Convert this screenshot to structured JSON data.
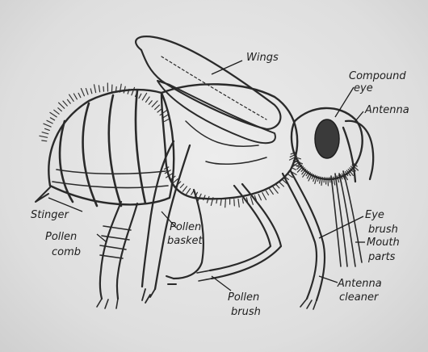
{
  "diagram": {
    "labels": {
      "wings": "Wings",
      "compound_eye_line1": "Compound",
      "compound_eye_line2": "eye",
      "antenna": "Antenna",
      "stinger": "Stinger",
      "pollen_comb_line1": "Pollen",
      "pollen_comb_line2": "comb",
      "pollen_basket_line1": "Pollen",
      "pollen_basket_line2": "basket",
      "eye_brush_line1": "Eye",
      "eye_brush_line2": "brush",
      "mouth_parts_line1": "Mouth",
      "mouth_parts_line2": "parts",
      "pollen_brush_line1": "Pollen",
      "pollen_brush_line2": "brush",
      "antenna_cleaner_line1": "Antenna",
      "antenna_cleaner_line2": "cleaner"
    },
    "colors": {
      "background": "#e0e0e0",
      "ink": "#2a2a2a",
      "eye_fill": "#3a3a3a"
    }
  }
}
